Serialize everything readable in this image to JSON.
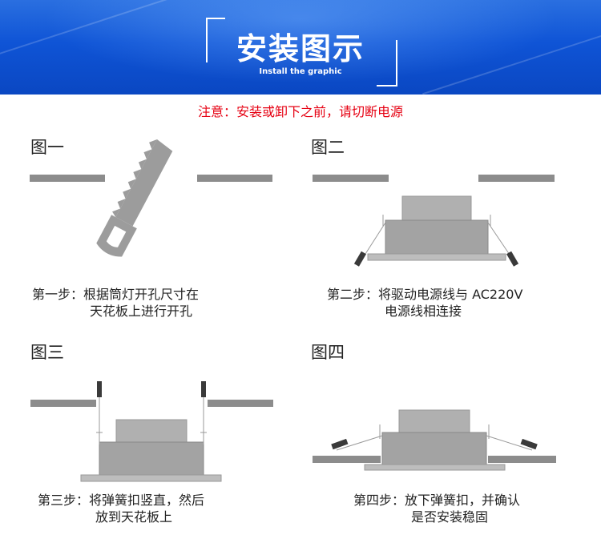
{
  "header": {
    "title": "安装图示",
    "subtitle": "Install the graphic"
  },
  "notice": "注意：安装或卸下之前，请切断电源",
  "figures": [
    {
      "label": "图一",
      "step_line1": "第一步：根据筒灯开孔尺寸在",
      "step_line2": "天花板上进行开孔"
    },
    {
      "label": "图二",
      "step_line1": "第二步：将驱动电源线与 AC220V",
      "step_line2": "电源线相连接"
    },
    {
      "label": "图三",
      "step_line1": "第三步：将弹簧扣竖直，然后",
      "step_line2": "放到天花板上"
    },
    {
      "label": "图四",
      "step_line1": "第四步：放下弹簧扣，并确认",
      "step_line2": "是否安装稳固"
    }
  ],
  "colors": {
    "banner_blue": "#0f54d6",
    "notice_red": "#e60012",
    "ceiling_gray": "#8c8c8c",
    "lamp_gray": "#a8a8a8",
    "spring_dark": "#3a3a3a"
  },
  "icons": [
    "saw-icon",
    "downlight-icon",
    "spring-clip-icon"
  ]
}
